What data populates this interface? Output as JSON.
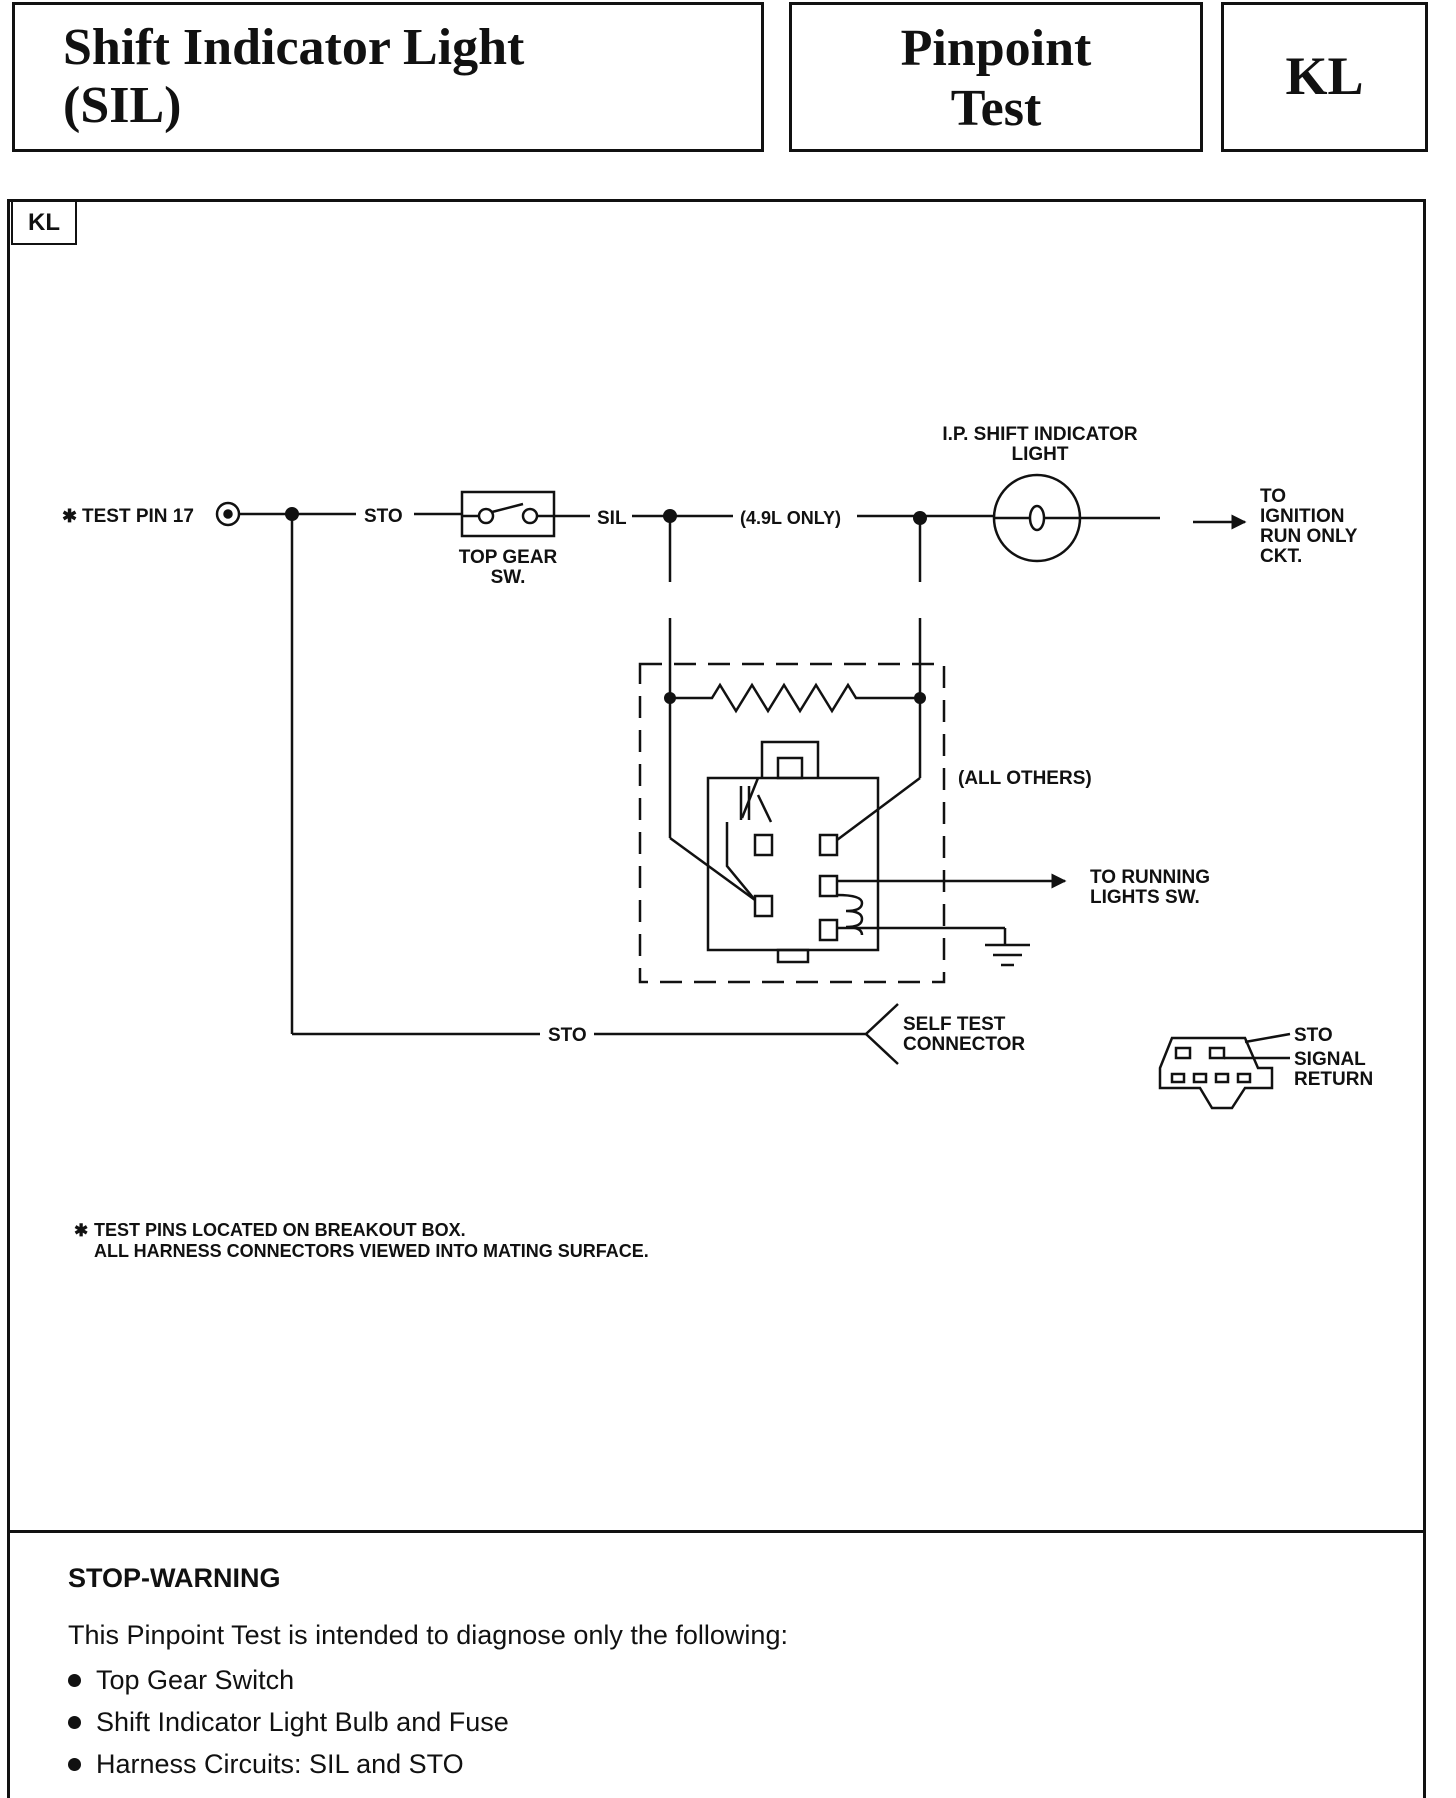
{
  "header": {
    "title_line1": "Shift Indicator Light",
    "title_line2": "(SIL)",
    "test_line1": "Pinpoint",
    "test_line2": "Test",
    "code": "KL"
  },
  "panel": {
    "tag": "KL"
  },
  "diagram": {
    "test_pin_star": "✱",
    "test_pin": "TEST PIN 17",
    "sto_top": "STO",
    "switch_label_1": "TOP GEAR",
    "switch_label_2": "SW.",
    "sil": "SIL",
    "only_49": "(4.9L ONLY)",
    "ip_label_1": "I.P. SHIFT INDICATOR",
    "ip_label_2": "LIGHT",
    "to_ign_1": "TO",
    "to_ign_2": "IGNITION",
    "to_ign_3": "RUN ONLY",
    "to_ign_4": "CKT.",
    "all_others": "(ALL OTHERS)",
    "to_run_1": "TO RUNNING",
    "to_run_2": "LIGHTS SW.",
    "sto_bottom": "STO",
    "self_1": "SELF TEST",
    "self_2": "CONNECTOR",
    "conn_sto": "STO",
    "conn_sig": "SIGNAL",
    "conn_ret": "RETURN",
    "note_star": "✱",
    "note_1": "TEST PINS LOCATED ON BREAKOUT BOX.",
    "note_2": "ALL HARNESS CONNECTORS VIEWED INTO MATING SURFACE."
  },
  "warning": {
    "heading": "STOP-WARNING",
    "intro": "This Pinpoint Test is intended to diagnose only the following:",
    "items": [
      "Top Gear Switch",
      "Shift Indicator Light Bulb and Fuse",
      "Harness Circuits: SIL and STO"
    ]
  }
}
